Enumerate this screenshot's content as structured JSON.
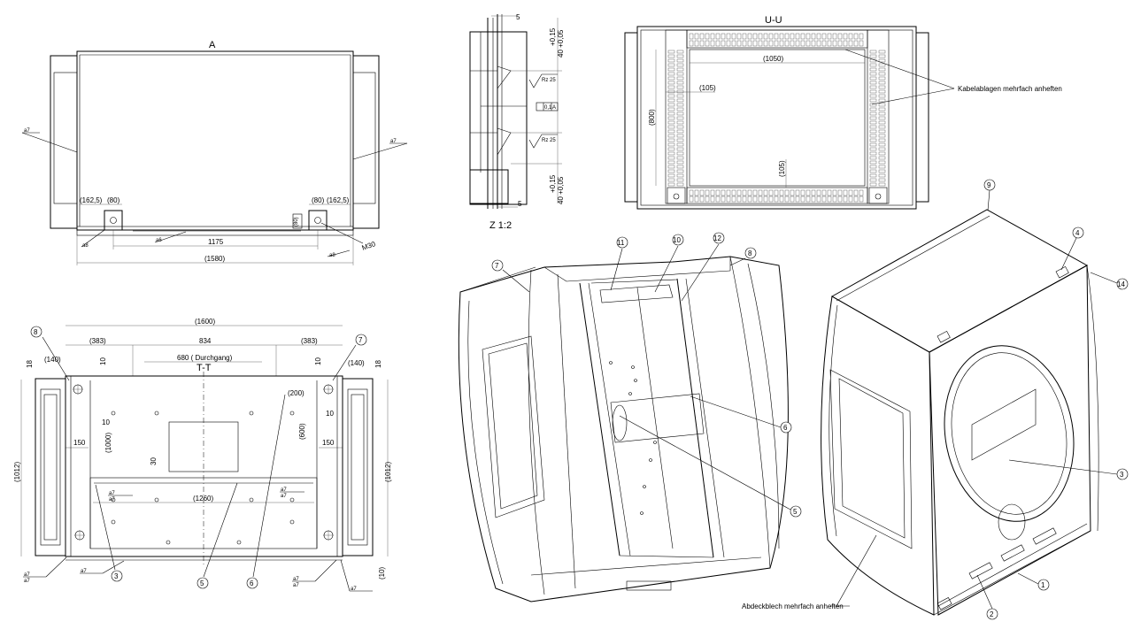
{
  "views": {
    "a": {
      "title": "A",
      "dims": [
        "(162,5)",
        "(80)",
        "(80)",
        "(162,5)",
        "1175",
        "(1580)",
        "(80)"
      ],
      "weld": [
        "a7",
        "a7",
        "a8",
        "a6",
        "a8"
      ],
      "thread": "M30"
    },
    "z": {
      "title": "Z  1:2",
      "dims": [
        "5",
        "40 +0,05",
        "+0,15",
        "40 +0,05",
        "+0,15",
        "5"
      ],
      "rough": [
        "Rz 25",
        "Rz 25"
      ],
      "tol": [
        "0,1",
        "A"
      ]
    },
    "u": {
      "title": "U-U",
      "dims": [
        "(1050)",
        "(105)",
        "(800)",
        "(105)"
      ],
      "note": "Kabelablagen mehrfach anheften"
    },
    "t": {
      "title": "T-T",
      "dims": [
        "(1600)",
        "(383)",
        "834",
        "(383)",
        "680 ( Durchgang)",
        "(140)",
        "(140)",
        "18",
        "18",
        "10",
        "10",
        "10",
        "10",
        "150",
        "150",
        "(1000)",
        "(600)",
        "(200)",
        "30",
        "(1260)",
        "(1012)",
        "(1012)",
        "(10)"
      ],
      "weld": [
        "a7",
        "a7",
        "a7",
        "a7",
        "a7",
        "a7",
        "a7",
        "a7",
        "a7",
        "a7"
      ],
      "balloons": [
        "8",
        "7",
        "3",
        "5",
        "6"
      ]
    },
    "iso1": {
      "balloons": [
        "7",
        "11",
        "10",
        "12",
        "8",
        "6",
        "5"
      ]
    },
    "iso2": {
      "balloons": [
        "9",
        "4",
        "14",
        "3",
        "1",
        "2"
      ],
      "note": "Abdeckblech mehrfach anheften"
    }
  }
}
